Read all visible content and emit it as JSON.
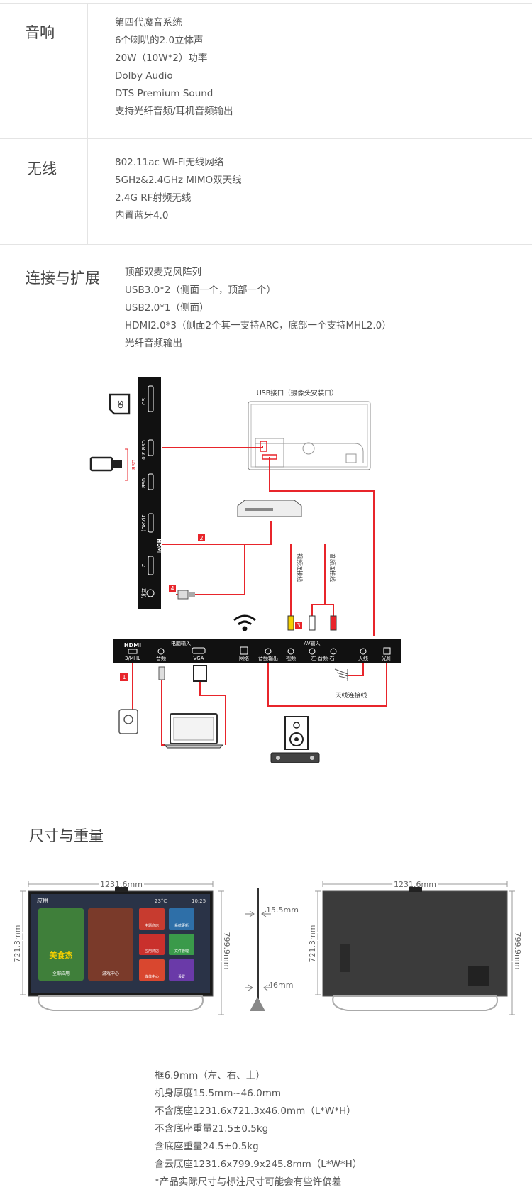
{
  "audio": {
    "title": "音响",
    "specs": [
      "第四代魔音系统",
      "6个喇叭的2.0立体声",
      "20W（10W*2）功率",
      "Dolby Audio",
      "DTS Premium Sound",
      "支持光纤音频/耳机音频输出"
    ]
  },
  "wireless": {
    "title": "无线",
    "specs": [
      "802.11ac Wi-Fi无线网络",
      "5GHz&2.4GHz MIMO双天线",
      "2.4G RF射频无线",
      "内置蓝牙4.0"
    ]
  },
  "connect": {
    "title": "连接与扩展",
    "specs": [
      "顶部双麦克风阵列",
      "USB3.0*2（侧面一个，顶部一个）",
      "USB2.0*1（侧面）",
      "HDMI2.0*3（侧面2个其一支持ARC，底部一个支持MHL2.0）",
      "光纤音频输出"
    ]
  },
  "diagram": {
    "usb_camera_label": "USB接口（摄像头安装口）",
    "side_ports": {
      "sd": "SD",
      "usb3": "USB 3.0",
      "usb": "USB",
      "hdmi1": "1(ARC)",
      "hdmi2": "2",
      "hdmi_logo": "HDMI",
      "headphone": "耳机"
    },
    "sd_card_label": "SD",
    "usb_stick_label": "USB",
    "badges": {
      "b1": "1",
      "b2": "2",
      "b3": "3",
      "b4": "4"
    },
    "video_cable": "视频连接线",
    "audio_cable": "音频连接线",
    "antenna_cable": "天线连接线",
    "bottom": {
      "hdmi_logo": "HDMI",
      "hdmi_mhl": "3/MHL",
      "pc_input": "电脑输入",
      "audio": "音频",
      "vga": "VGA",
      "network": "网络",
      "audio_out": "音频输出",
      "av_input": "AV输入",
      "video": "视频",
      "lr_audio": "左-音频-右",
      "antenna": "天线",
      "optical": "光纤"
    }
  },
  "dimensions": {
    "title": "尺寸与重量",
    "width_front": "1231.6mm",
    "height_front": "721.3mm",
    "height_total": "799.9mm",
    "depth_top": "15.5mm",
    "depth_base": "46mm",
    "width_back": "1231.6mm",
    "height_back": "721.3mm",
    "height_back_total": "799.9mm",
    "screen": {
      "app_label": "应用",
      "status": "23°C",
      "time": "10:25",
      "food_tile": "美食杰",
      "tile_labels": [
        "全部应用",
        "游戏中心",
        "主题商店",
        "系统更新",
        "应用商店",
        "文件管理",
        "媒体中心",
        "设置"
      ]
    },
    "specs": [
      "框6.9mm（左、右、上）",
      "机身厚度15.5mm~46.0mm",
      "不含底座1231.6x721.3x46.0mm（L*W*H）",
      "不含底座重量21.5±0.5kg",
      "含底座重量24.5±0.5kg",
      "含云底座1231.6x799.9x245.8mm（L*W*H）",
      "*产品实际尺寸与标注尺寸可能会有些许偏差"
    ]
  },
  "colors": {
    "accent_red": "#e8252b",
    "panel_black": "#111111"
  }
}
